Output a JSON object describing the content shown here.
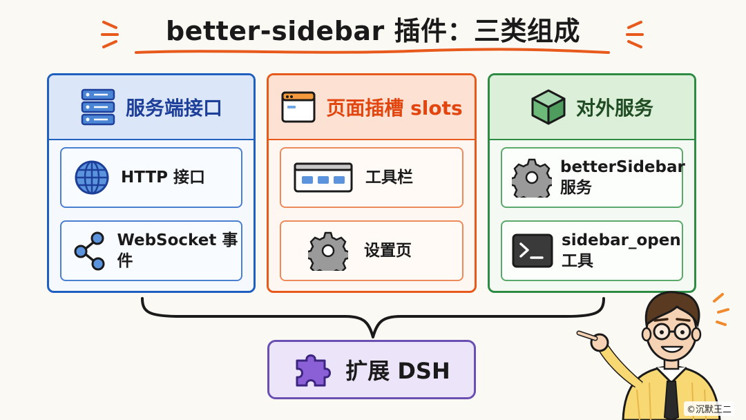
{
  "title": "better-sidebar 插件：三类组成",
  "columns": {
    "server": {
      "label": "服务端接口",
      "items": [
        {
          "label": "HTTP 接口",
          "icon": "globe-icon"
        },
        {
          "label": "WebSocket 事件",
          "icon": "share-nodes-icon"
        }
      ],
      "accent": "#1f5fbf"
    },
    "slots": {
      "label": "页面插槽 slots",
      "items": [
        {
          "label": "工具栏",
          "icon": "toolbar-icon"
        },
        {
          "label": "设置页",
          "icon": "gear-icon"
        }
      ],
      "accent": "#e8591c"
    },
    "services": {
      "label": "对外服务",
      "items": [
        {
          "line1": "betterSidebar",
          "line2": "服务",
          "icon": "gear-icon"
        },
        {
          "line1": "sidebar_open",
          "line2": "工具",
          "icon": "terminal-icon"
        }
      ],
      "accent": "#2e8b43"
    }
  },
  "extension": {
    "label": "扩展 DSH",
    "icon": "puzzle-icon",
    "accent": "#6a4fb3"
  },
  "copyright": "©沉默王二"
}
